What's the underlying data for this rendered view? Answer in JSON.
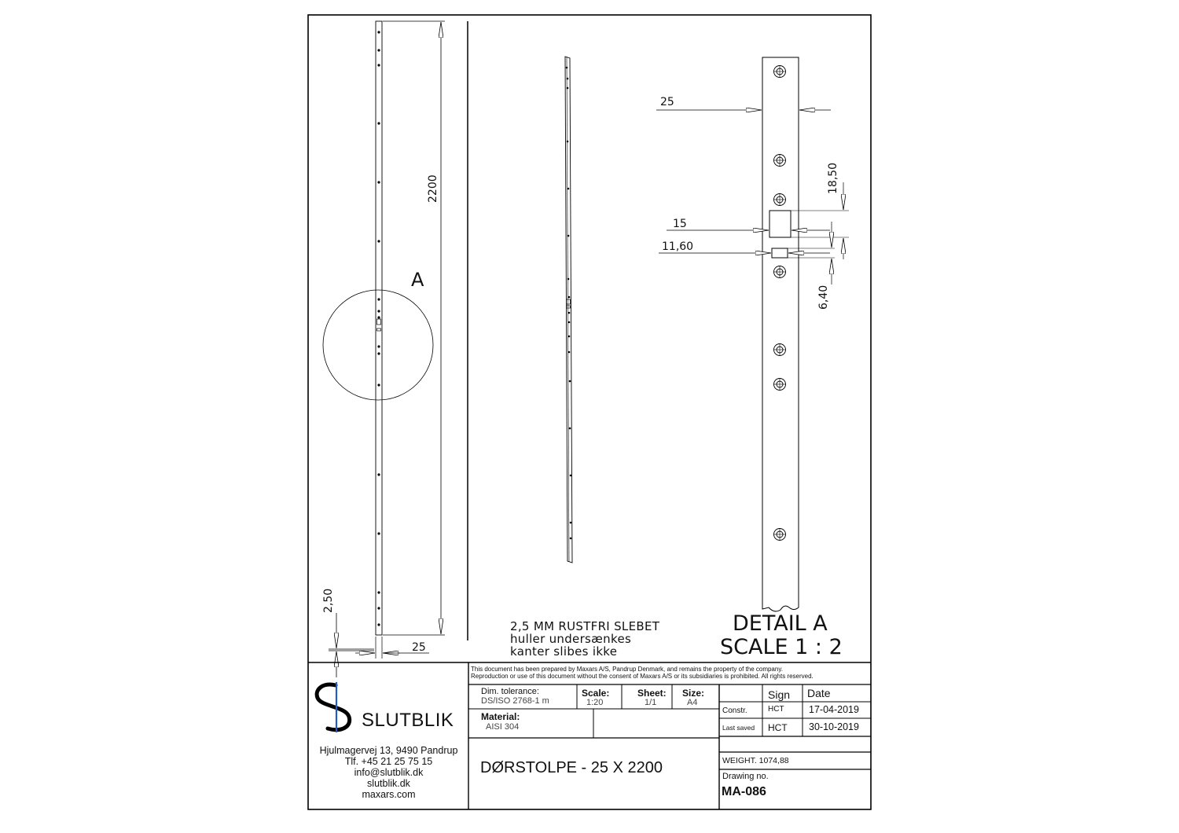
{
  "views": {
    "overall_length": "2200",
    "overall_width": "25",
    "edge_dim": "2,50",
    "detail_ref": "A"
  },
  "detail": {
    "title": "DETAIL A",
    "scale": "SCALE 1 : 2",
    "dim_width": "25",
    "dim_hole_height": "18,50",
    "dim_hole_width": "15",
    "dim_slot_width": "11,60",
    "dim_slot_height": "6,40"
  },
  "notes": {
    "line1": "2,5 MM RUSTFRI SLEBET",
    "line2": "huller undersænkes",
    "line3": "kanter slibes ikke"
  },
  "company": {
    "logo_text": "SLUTBLIK",
    "address": "Hjulmagervej 13, 9490 Pandrup",
    "phone": "Tlf. +45 21 25 75 15",
    "email": "info@slutblik.dk",
    "web1": "slutblik.dk",
    "web2": "maxars.com",
    "brand_color": "#1f5fbf"
  },
  "title_block": {
    "disclaimer_line1": "This document has been prepared by Maxars A/S, Pandrup Denmark, and remains the property of the company.",
    "disclaimer_line2": "Reproduction or use of this document without the consent of Maxars A/S or its subsidiaries is prohibited. All rights reserved.",
    "tolerance_label": "Dim. tolerance:",
    "tolerance_value": "DS/ISO 2768-1  m",
    "scale_label": "Scale:",
    "scale_value": "1:20",
    "sheet_label": "Sheet:",
    "sheet_value": "1/1",
    "size_label": "Size:",
    "size_value": "A4",
    "material_label": "Material:",
    "material_value": "AISI 304",
    "sign_header": "Sign",
    "date_header": "Date",
    "constr_label": "Constr.",
    "constr_sign": "HCT",
    "constr_date": "17-04-2019",
    "lastsaved_label": "Last saved",
    "lastsaved_sign": "HCT",
    "lastsaved_date": "30-10-2019",
    "title": "DØRSTOLPE - 25 X 2200",
    "weight": "WEIGHT. 1074,88",
    "drawing_no_label": "Drawing no.",
    "drawing_no": "MA-086"
  }
}
